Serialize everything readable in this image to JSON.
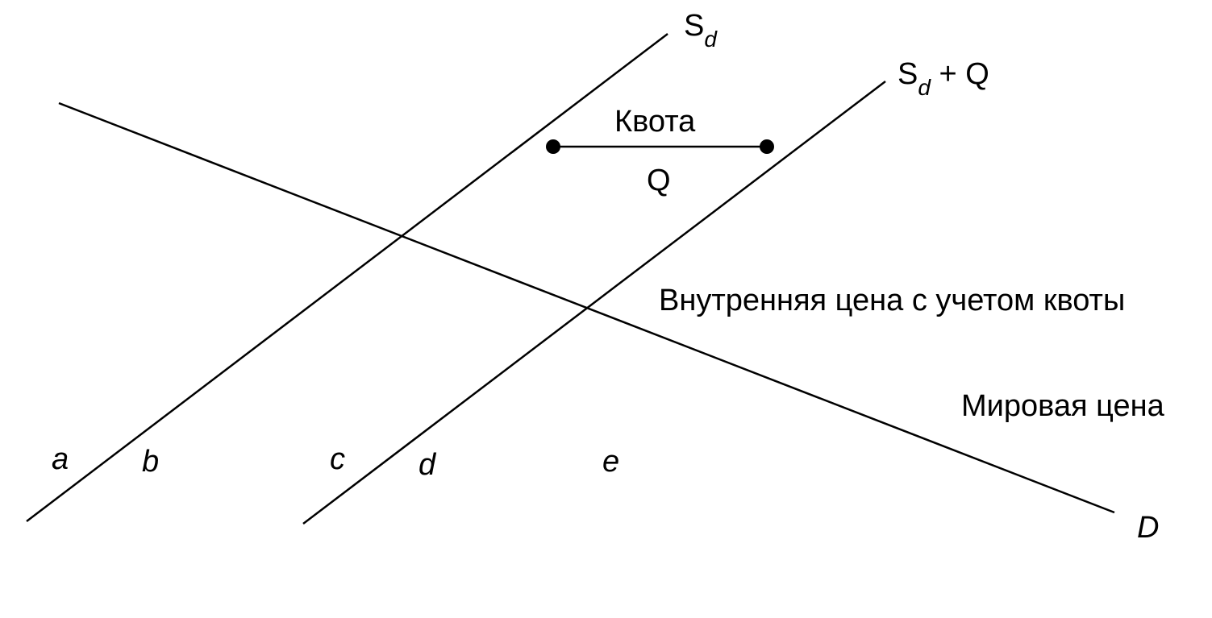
{
  "labels": {
    "supply_domestic": {
      "main": "S",
      "sub": "d"
    },
    "supply_with_quota": {
      "main": "S",
      "sub": "d",
      "suffix": " + Q"
    },
    "demand": "D",
    "quota_title": "Квота",
    "quota_symbol": "Q",
    "internal_price": "Внутренняя цена с учетом квоты",
    "world_price": "Мировая цена",
    "points": [
      "a",
      "b",
      "c",
      "d",
      "e"
    ]
  },
  "colors": {
    "ink": "#000000",
    "background": "#ffffff"
  }
}
